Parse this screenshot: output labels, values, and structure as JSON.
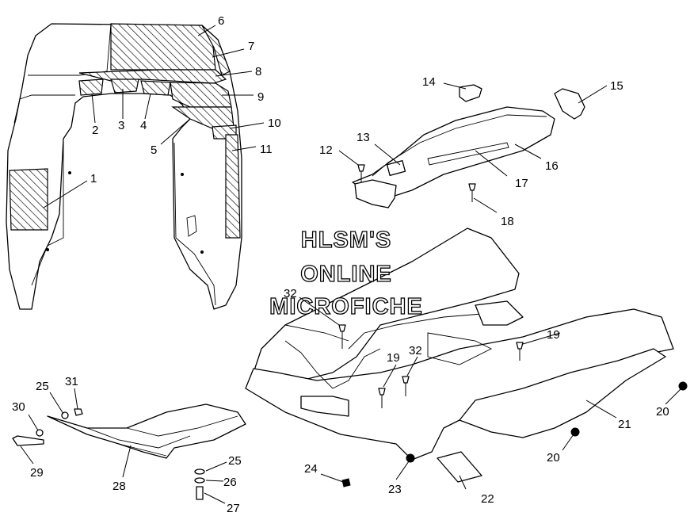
{
  "watermark": {
    "line1": "HLSM'S",
    "line2": "ONLINE",
    "line3": "MICROFICHE"
  },
  "callouts": [
    {
      "id": "c1",
      "label": "1"
    },
    {
      "id": "c2",
      "label": "2"
    },
    {
      "id": "c3",
      "label": "3"
    },
    {
      "id": "c4",
      "label": "4"
    },
    {
      "id": "c5",
      "label": "5"
    },
    {
      "id": "c6",
      "label": "6"
    },
    {
      "id": "c7",
      "label": "7"
    },
    {
      "id": "c8",
      "label": "8"
    },
    {
      "id": "c9",
      "label": "9"
    },
    {
      "id": "c10",
      "label": "10"
    },
    {
      "id": "c11",
      "label": "11"
    },
    {
      "id": "c12",
      "label": "12"
    },
    {
      "id": "c13",
      "label": "13"
    },
    {
      "id": "c14",
      "label": "14"
    },
    {
      "id": "c15",
      "label": "15"
    },
    {
      "id": "c16",
      "label": "16"
    },
    {
      "id": "c17",
      "label": "17"
    },
    {
      "id": "c18",
      "label": "18"
    },
    {
      "id": "c19a",
      "label": "19"
    },
    {
      "id": "c19b",
      "label": "19"
    },
    {
      "id": "c20a",
      "label": "20"
    },
    {
      "id": "c20b",
      "label": "20"
    },
    {
      "id": "c21",
      "label": "21"
    },
    {
      "id": "c22",
      "label": "22"
    },
    {
      "id": "c23",
      "label": "23"
    },
    {
      "id": "c24",
      "label": "24"
    },
    {
      "id": "c25a",
      "label": "25"
    },
    {
      "id": "c25b",
      "label": "25"
    },
    {
      "id": "c26",
      "label": "26"
    },
    {
      "id": "c27",
      "label": "27"
    },
    {
      "id": "c28",
      "label": "28"
    },
    {
      "id": "c29",
      "label": "29"
    },
    {
      "id": "c30",
      "label": "30"
    },
    {
      "id": "c31",
      "label": "31"
    },
    {
      "id": "c32a",
      "label": "32"
    },
    {
      "id": "c32b",
      "label": "32"
    }
  ]
}
